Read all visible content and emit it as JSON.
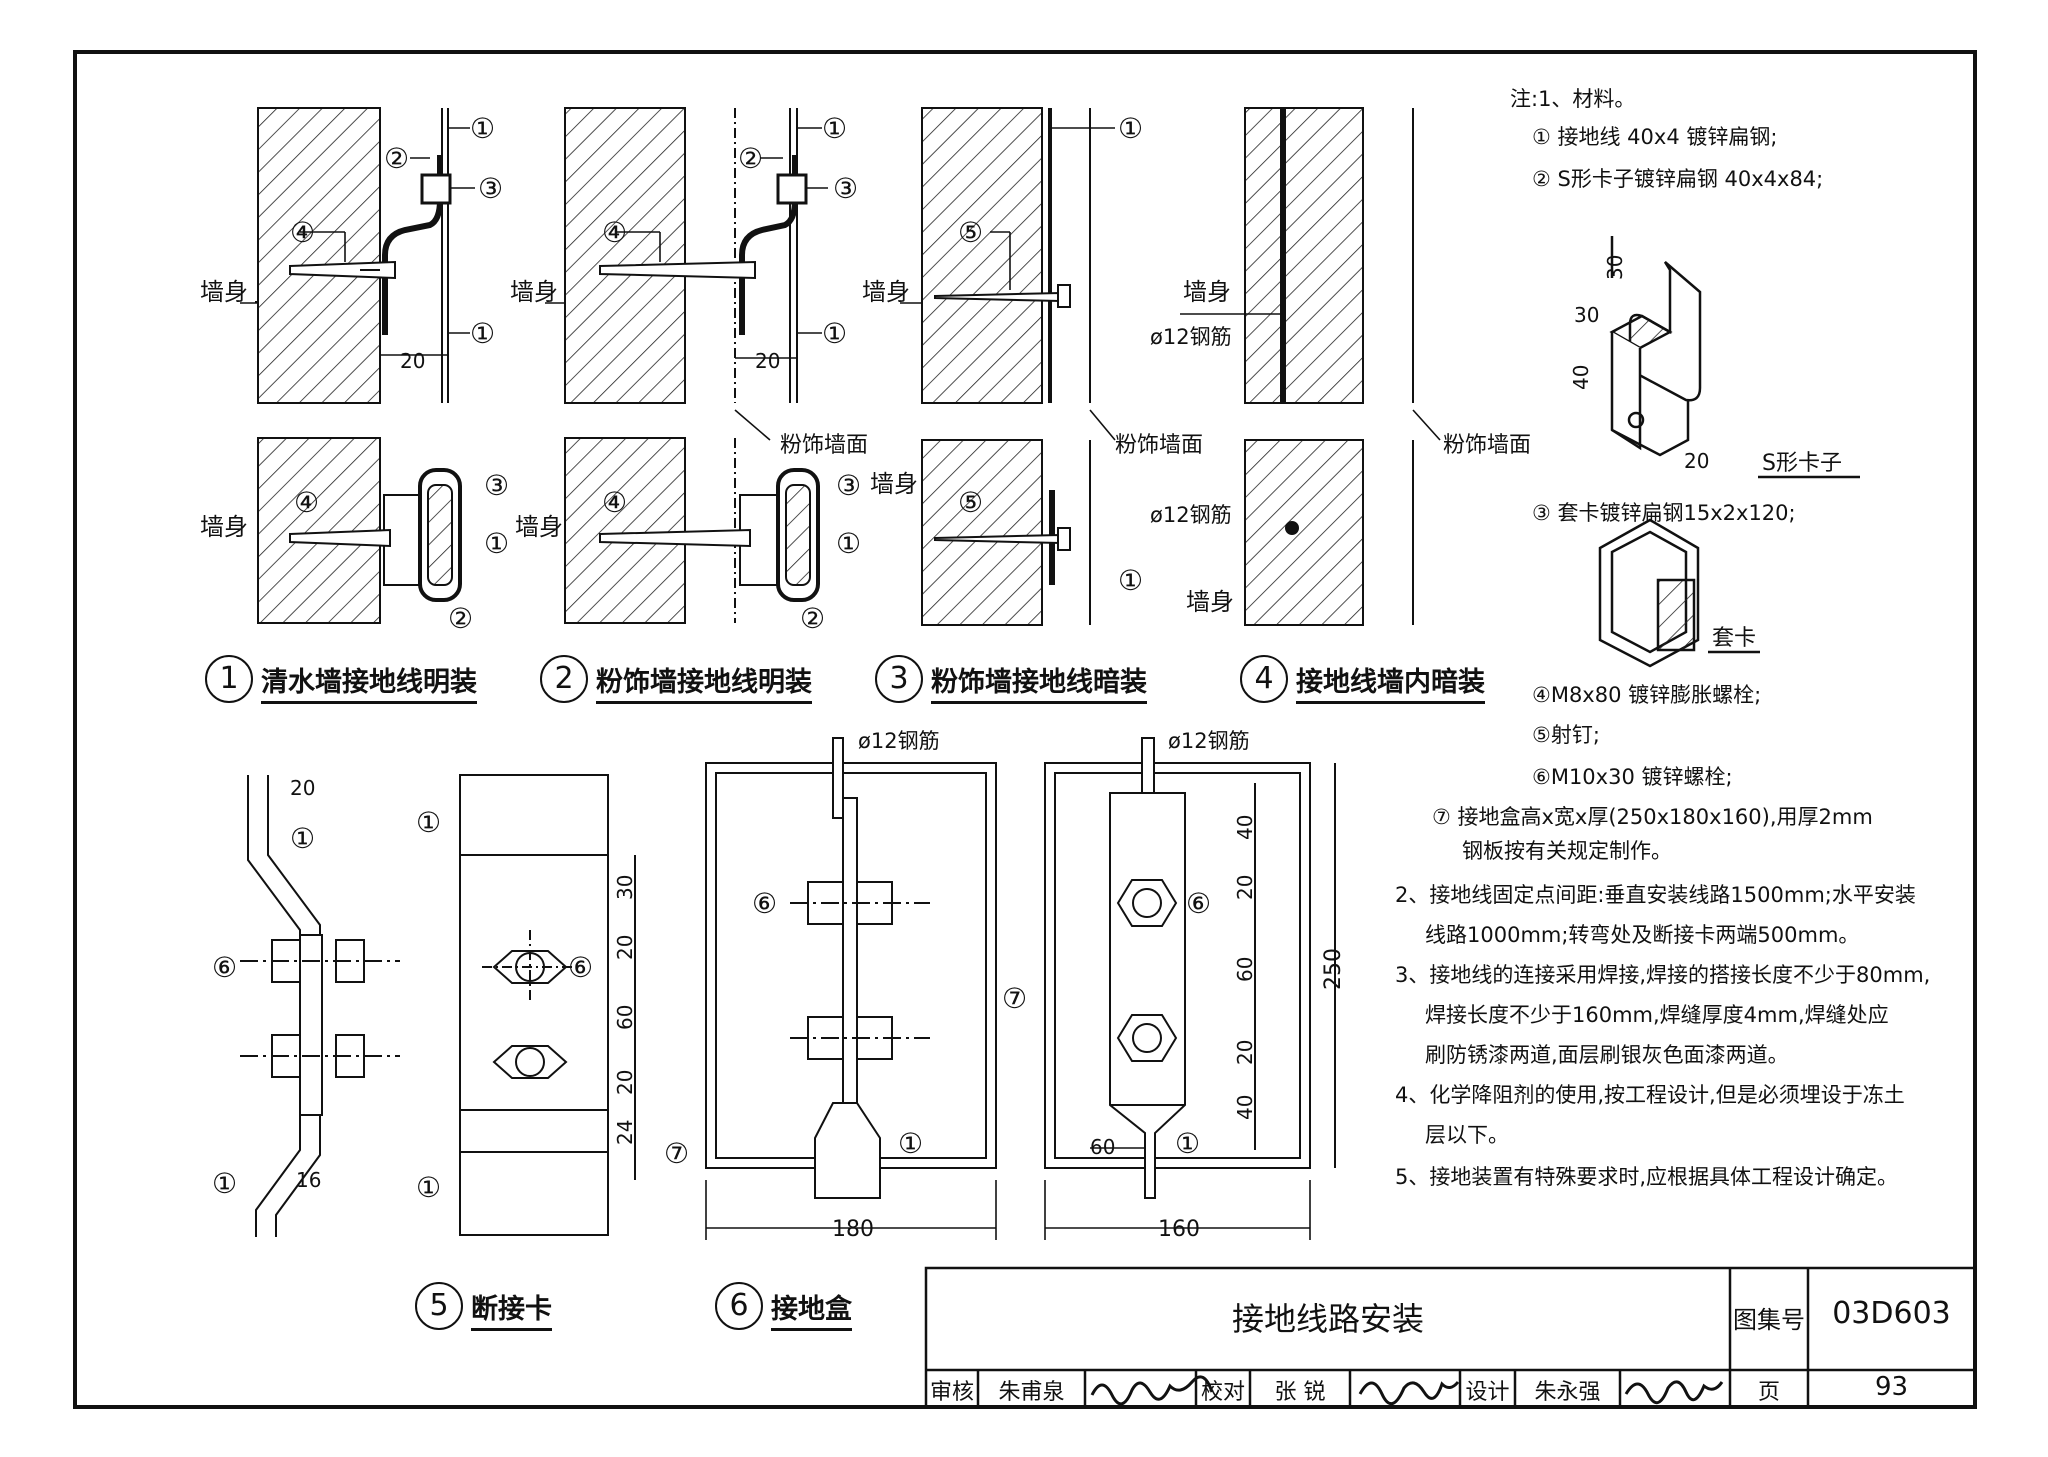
{
  "labels": {
    "wall": "墙身",
    "rebar12": "ø12钢筋",
    "plaster_wall": "粉饰墙面",
    "dim20": "20",
    "dim16": "16",
    "dim30": "30",
    "dim40": "40",
    "dim60": "60",
    "dim24": "24",
    "dim180": "180",
    "dim160": "160",
    "dim250": "250",
    "s_clip": "S形卡子",
    "sleeve": "套卡"
  },
  "callouts": [
    "①",
    "②",
    "③",
    "④",
    "⑤",
    "⑥",
    "⑦"
  ],
  "captions": [
    {
      "num": "1",
      "text": "清水墙接地线明装"
    },
    {
      "num": "2",
      "text": "粉饰墙接地线明装"
    },
    {
      "num": "3",
      "text": "粉饰墙接地线暗装"
    },
    {
      "num": "4",
      "text": "接地线墙内暗装"
    },
    {
      "num": "5",
      "text": "断接卡"
    },
    {
      "num": "6",
      "text": "接地盒"
    }
  ],
  "notes": {
    "l1": "注:1、材料。",
    "l2": "① 接地线 40x4 镀锌扁钢;",
    "l3": "② S形卡子镀锌扁钢 40x4x84;",
    "l4": "③ 套卡镀锌扁钢15x2x120;",
    "l5": "④M8x80 镀锌膨胀螺栓;",
    "l6": "⑤射钉;",
    "l7": "⑥M10x30 镀锌螺栓;",
    "l8": "⑦ 接地盒高x宽x厚(250x180x160),用厚2mm",
    "l9": "钢板按有关规定制作。",
    "l10": "2、接地线固定点间距:垂直安装线路1500mm;水平安装",
    "l11": "线路1000mm;转弯处及断接卡两端500mm。",
    "l12": "3、接地线的连接采用焊接,焊接的搭接长度不少于80mm,",
    "l13": "焊接长度不少于160mm,焊缝厚度4mm,焊缝处应",
    "l14": "刷防锈漆两道,面层刷银灰色面漆两道。",
    "l15": "4、化学降阻剂的使用,按工程设计,但是必须埋设于冻土",
    "l16": "层以下。",
    "l17": "5、接地装置有特殊要求时,应根据具体工程设计确定。"
  },
  "title_block": {
    "title": "接地线路安装",
    "atlas_label": "图集号",
    "atlas_no": "03D603",
    "review_label": "审核",
    "reviewer": "朱甫泉",
    "check_label": "校对",
    "checker": "张 锐",
    "design_label": "设计",
    "designer": "朱永强",
    "page_label": "页",
    "page_no": "93"
  }
}
